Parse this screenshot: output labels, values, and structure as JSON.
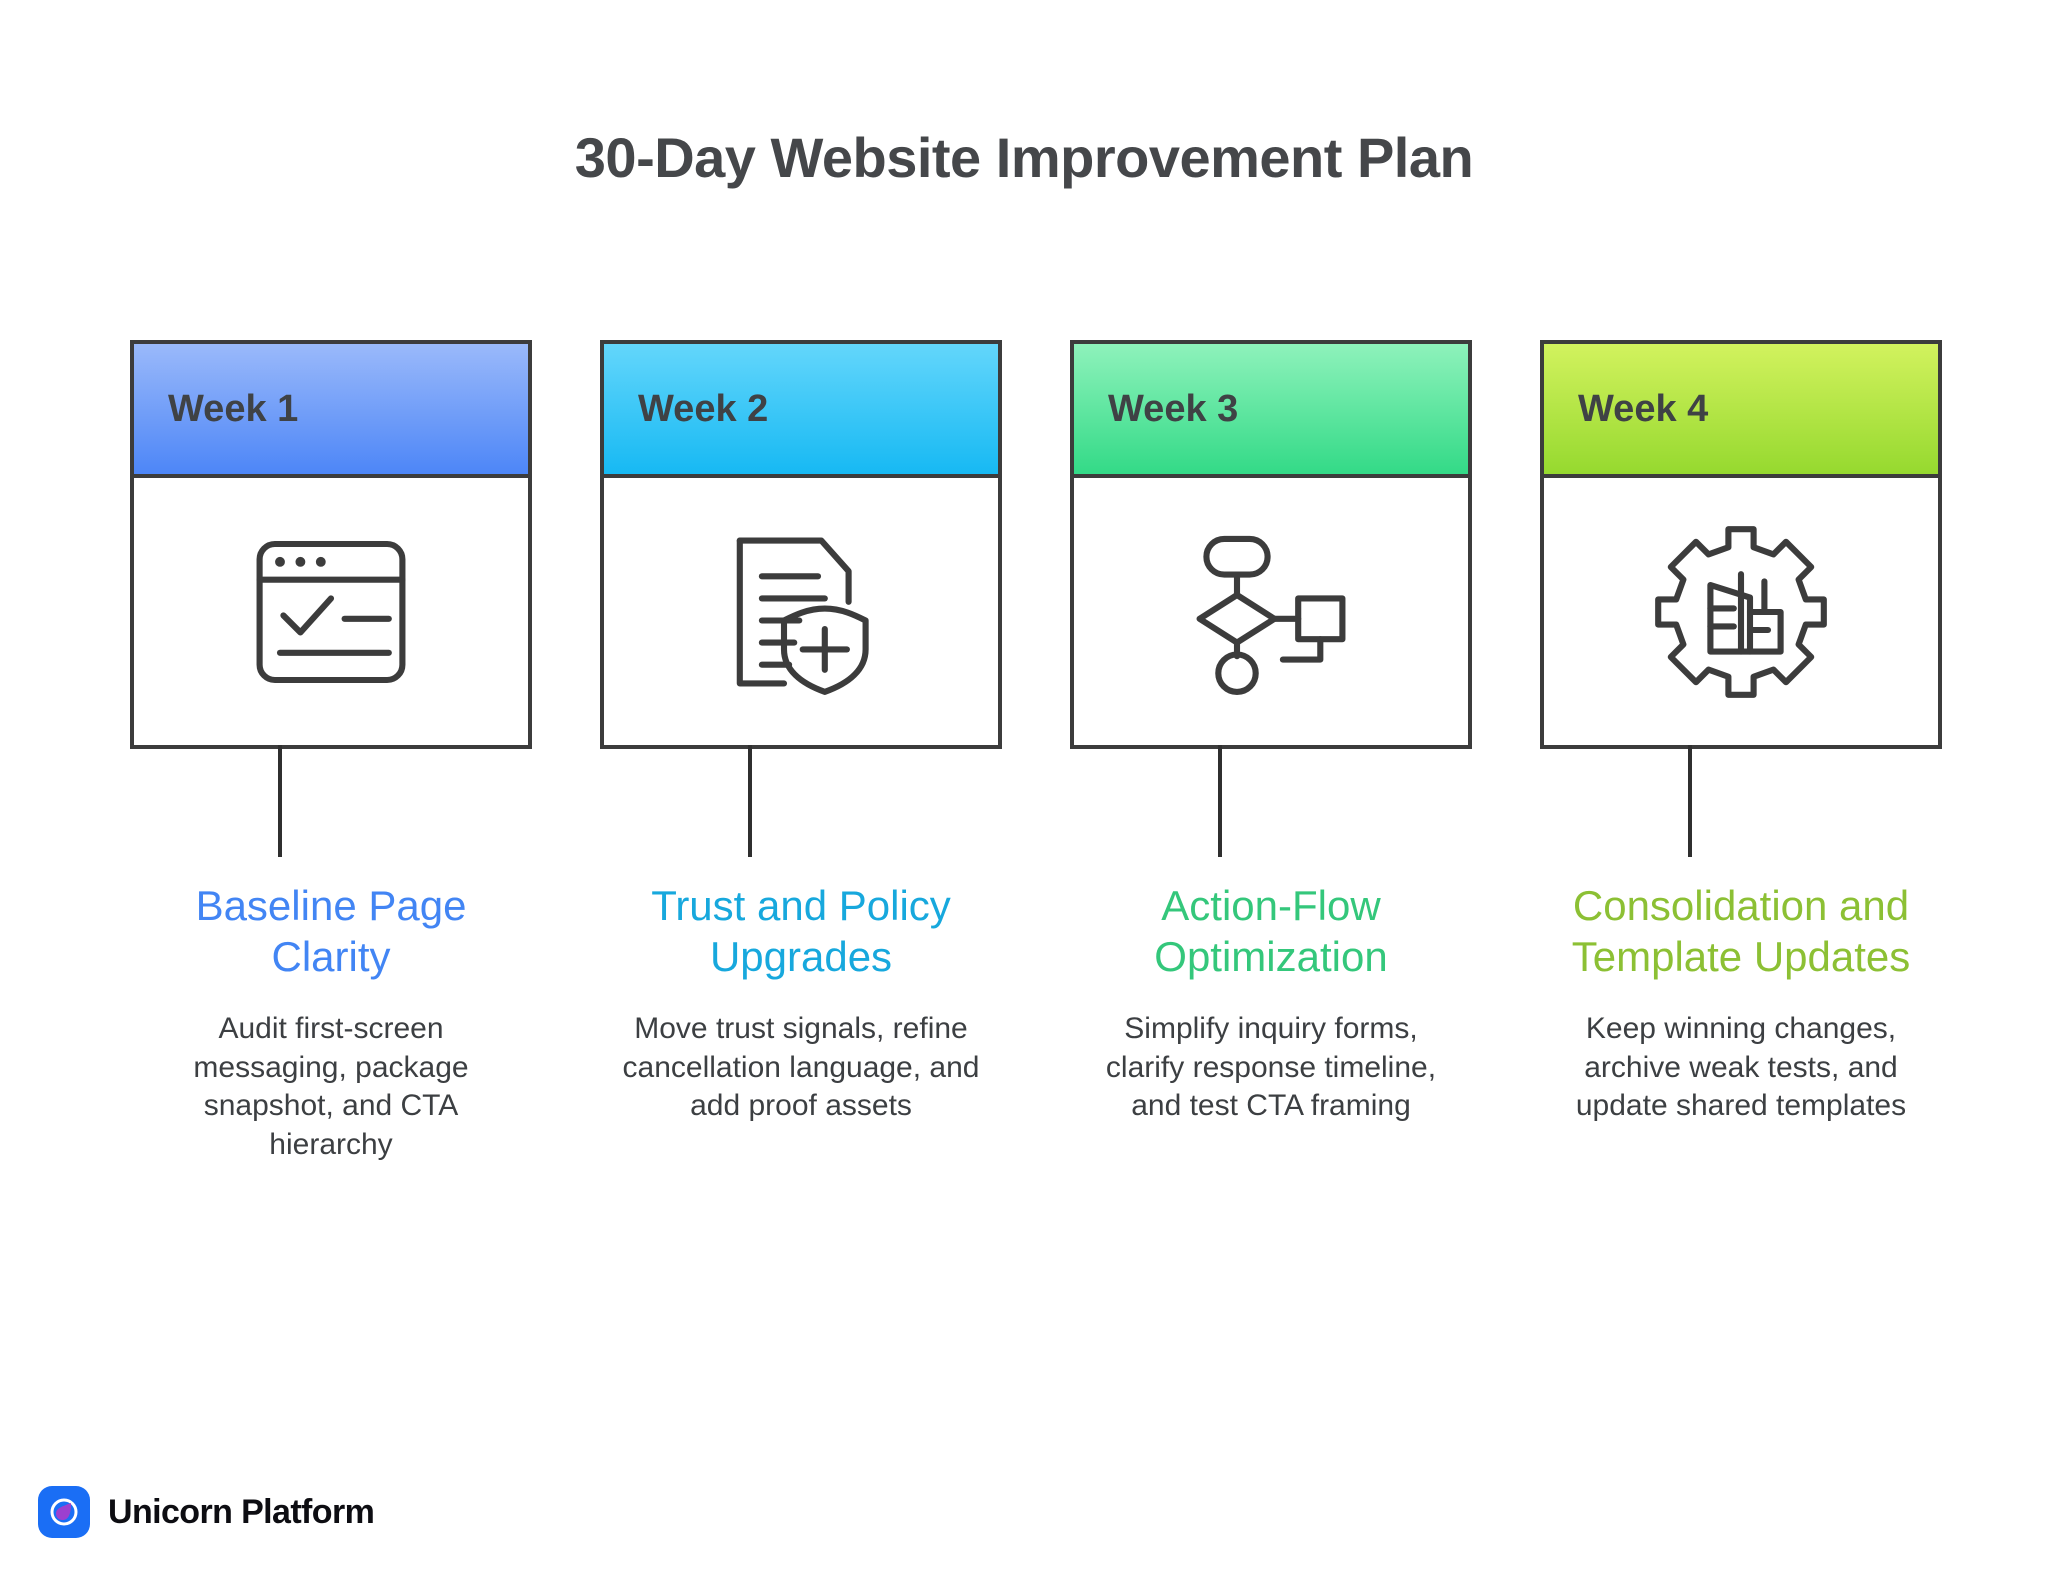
{
  "title": "30-Day Website Improvement Plan",
  "background": "#ffffff",
  "title_color": "#45474a",
  "columns": [
    {
      "badge": "Week 1",
      "heading": "Baseline Page Clarity",
      "description": "Audit first-screen messaging, package snapshot, and CTA hierarchy",
      "heading_color": "#4285f4",
      "header_gradient_top": "#9ab9fa",
      "header_gradient_bottom": "#4d86f7",
      "icon": "browser-window-check-icon"
    },
    {
      "badge": "Week 2",
      "heading": "Trust and Policy Upgrades",
      "description": "Move trust signals, refine cancellation language, and add proof assets",
      "heading_color": "#17a8dd",
      "header_gradient_top": "#63d6fb",
      "header_gradient_bottom": "#17b9f3",
      "icon": "document-shield-plus-icon"
    },
    {
      "badge": "Week 3",
      "heading": "Action-Flow Optimization",
      "description": "Simplify inquiry forms, clarify response timeline, and test CTA framing",
      "heading_color": "#34c77b",
      "header_gradient_top": "#8ef2bb",
      "header_gradient_bottom": "#33da87",
      "icon": "flowchart-icon"
    },
    {
      "badge": "Week 4",
      "heading": "Consolidation and Template Updates",
      "description": "Keep winning changes, archive weak tests, and update shared templates",
      "heading_color": "#8cc034",
      "header_gradient_top": "#d2f25e",
      "header_gradient_bottom": "#96d92f",
      "icon": "gear-factory-icon"
    }
  ],
  "footer": {
    "brand": "Unicorn Platform",
    "logo_background": "#1a6ef5",
    "logo_drop_color": "#9c3fcf"
  }
}
